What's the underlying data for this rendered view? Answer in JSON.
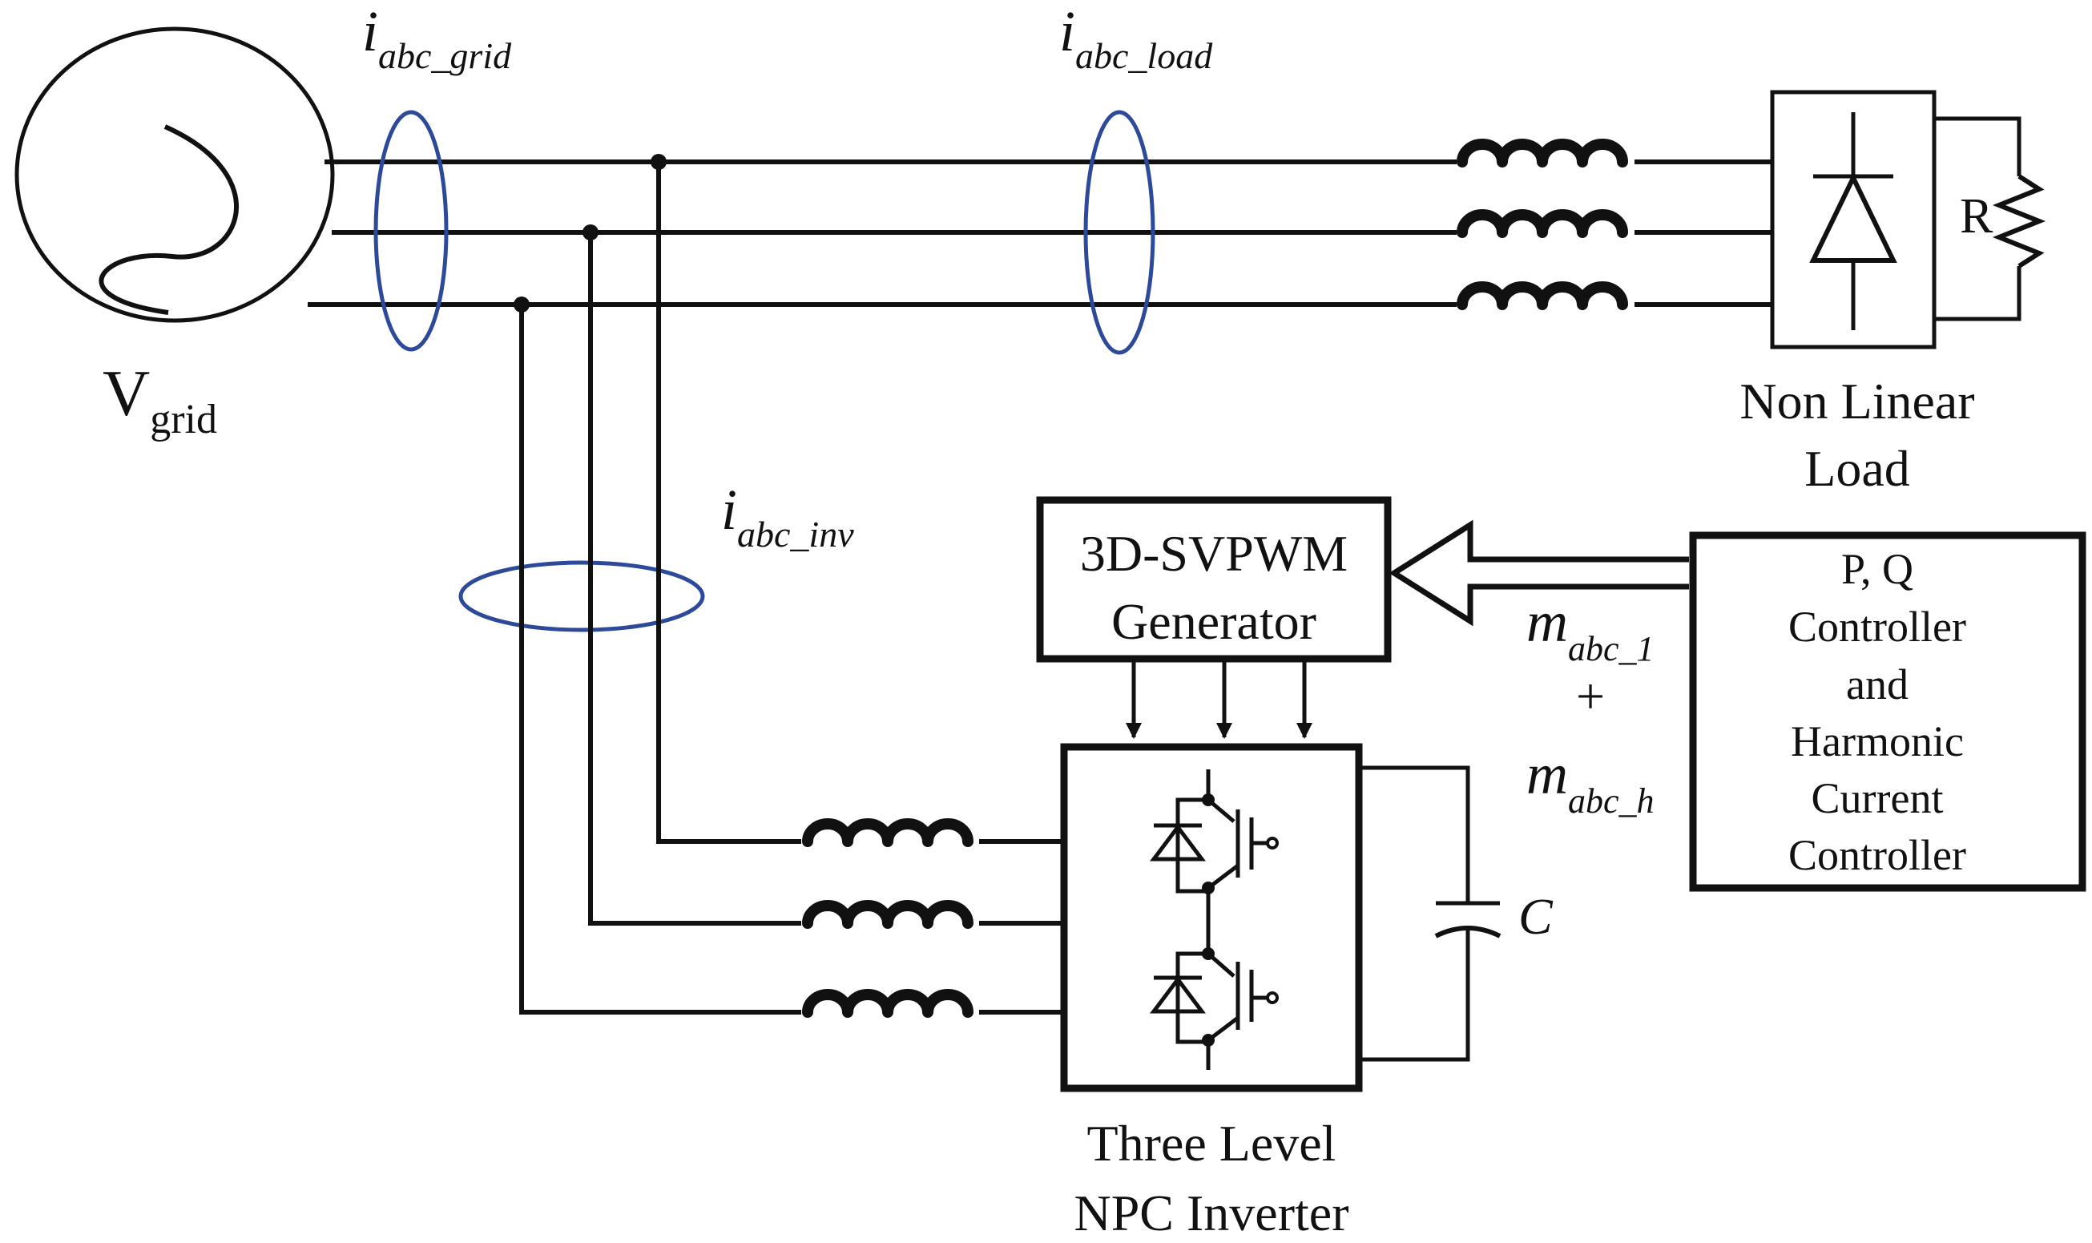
{
  "labels": {
    "source_main": "V",
    "source_sub": "grid",
    "i_grid_main": "i",
    "i_grid_sub": "abc_grid",
    "i_load_main": "i",
    "i_load_sub": "abc_load",
    "i_inv_main": "i",
    "i_inv_sub": "abc_inv",
    "load_line1": "Non Linear",
    "load_line2": "Load",
    "resistor": "R",
    "svpwm_line1": "3D-SVPWM",
    "svpwm_line2": "Generator",
    "controller_lines": [
      "P, Q",
      "Controller",
      "and",
      "Harmonic",
      "Current",
      "Controller"
    ],
    "m1_main": "m",
    "m1_sub": "abc_1",
    "plus": "+",
    "mh_main": "m",
    "mh_sub": "abc_h",
    "capacitor": "C",
    "inverter_line1": "Three Level",
    "inverter_line2": "NPC Inverter"
  },
  "colors": {
    "line": "#111111",
    "current_sensor": "#2d4a9a",
    "background": "#ffffff"
  }
}
